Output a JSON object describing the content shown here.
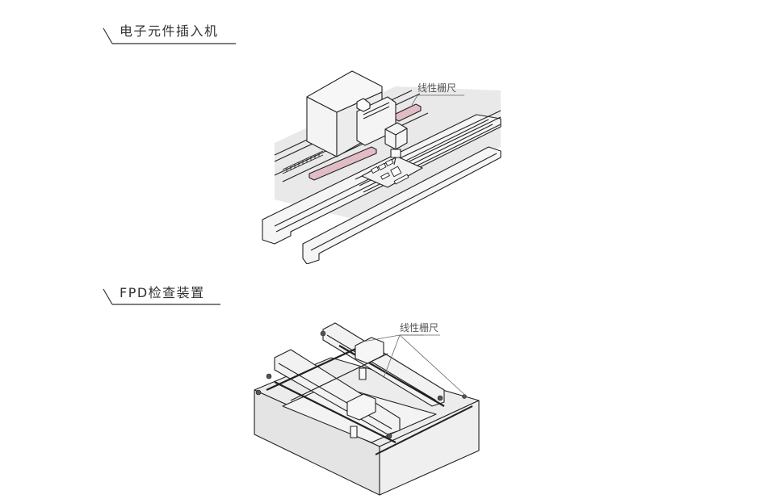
{
  "sections": [
    {
      "title": "电子元件插入机",
      "figure": {
        "name": "electronic-component-inserter-illustration",
        "callout": "线性栅尺"
      }
    },
    {
      "title": "FPD检查装置",
      "figure": {
        "name": "fpd-inspection-device-illustration",
        "callout": "线性栅尺"
      }
    }
  ],
  "colors": {
    "heading_text": "#333333",
    "rule": "#333333",
    "line_art": "#222222",
    "surface": "#eeeeee",
    "shadow": "#e6e6e6",
    "scale_rail": "#e2bcc5",
    "callout_text": "#555555"
  }
}
